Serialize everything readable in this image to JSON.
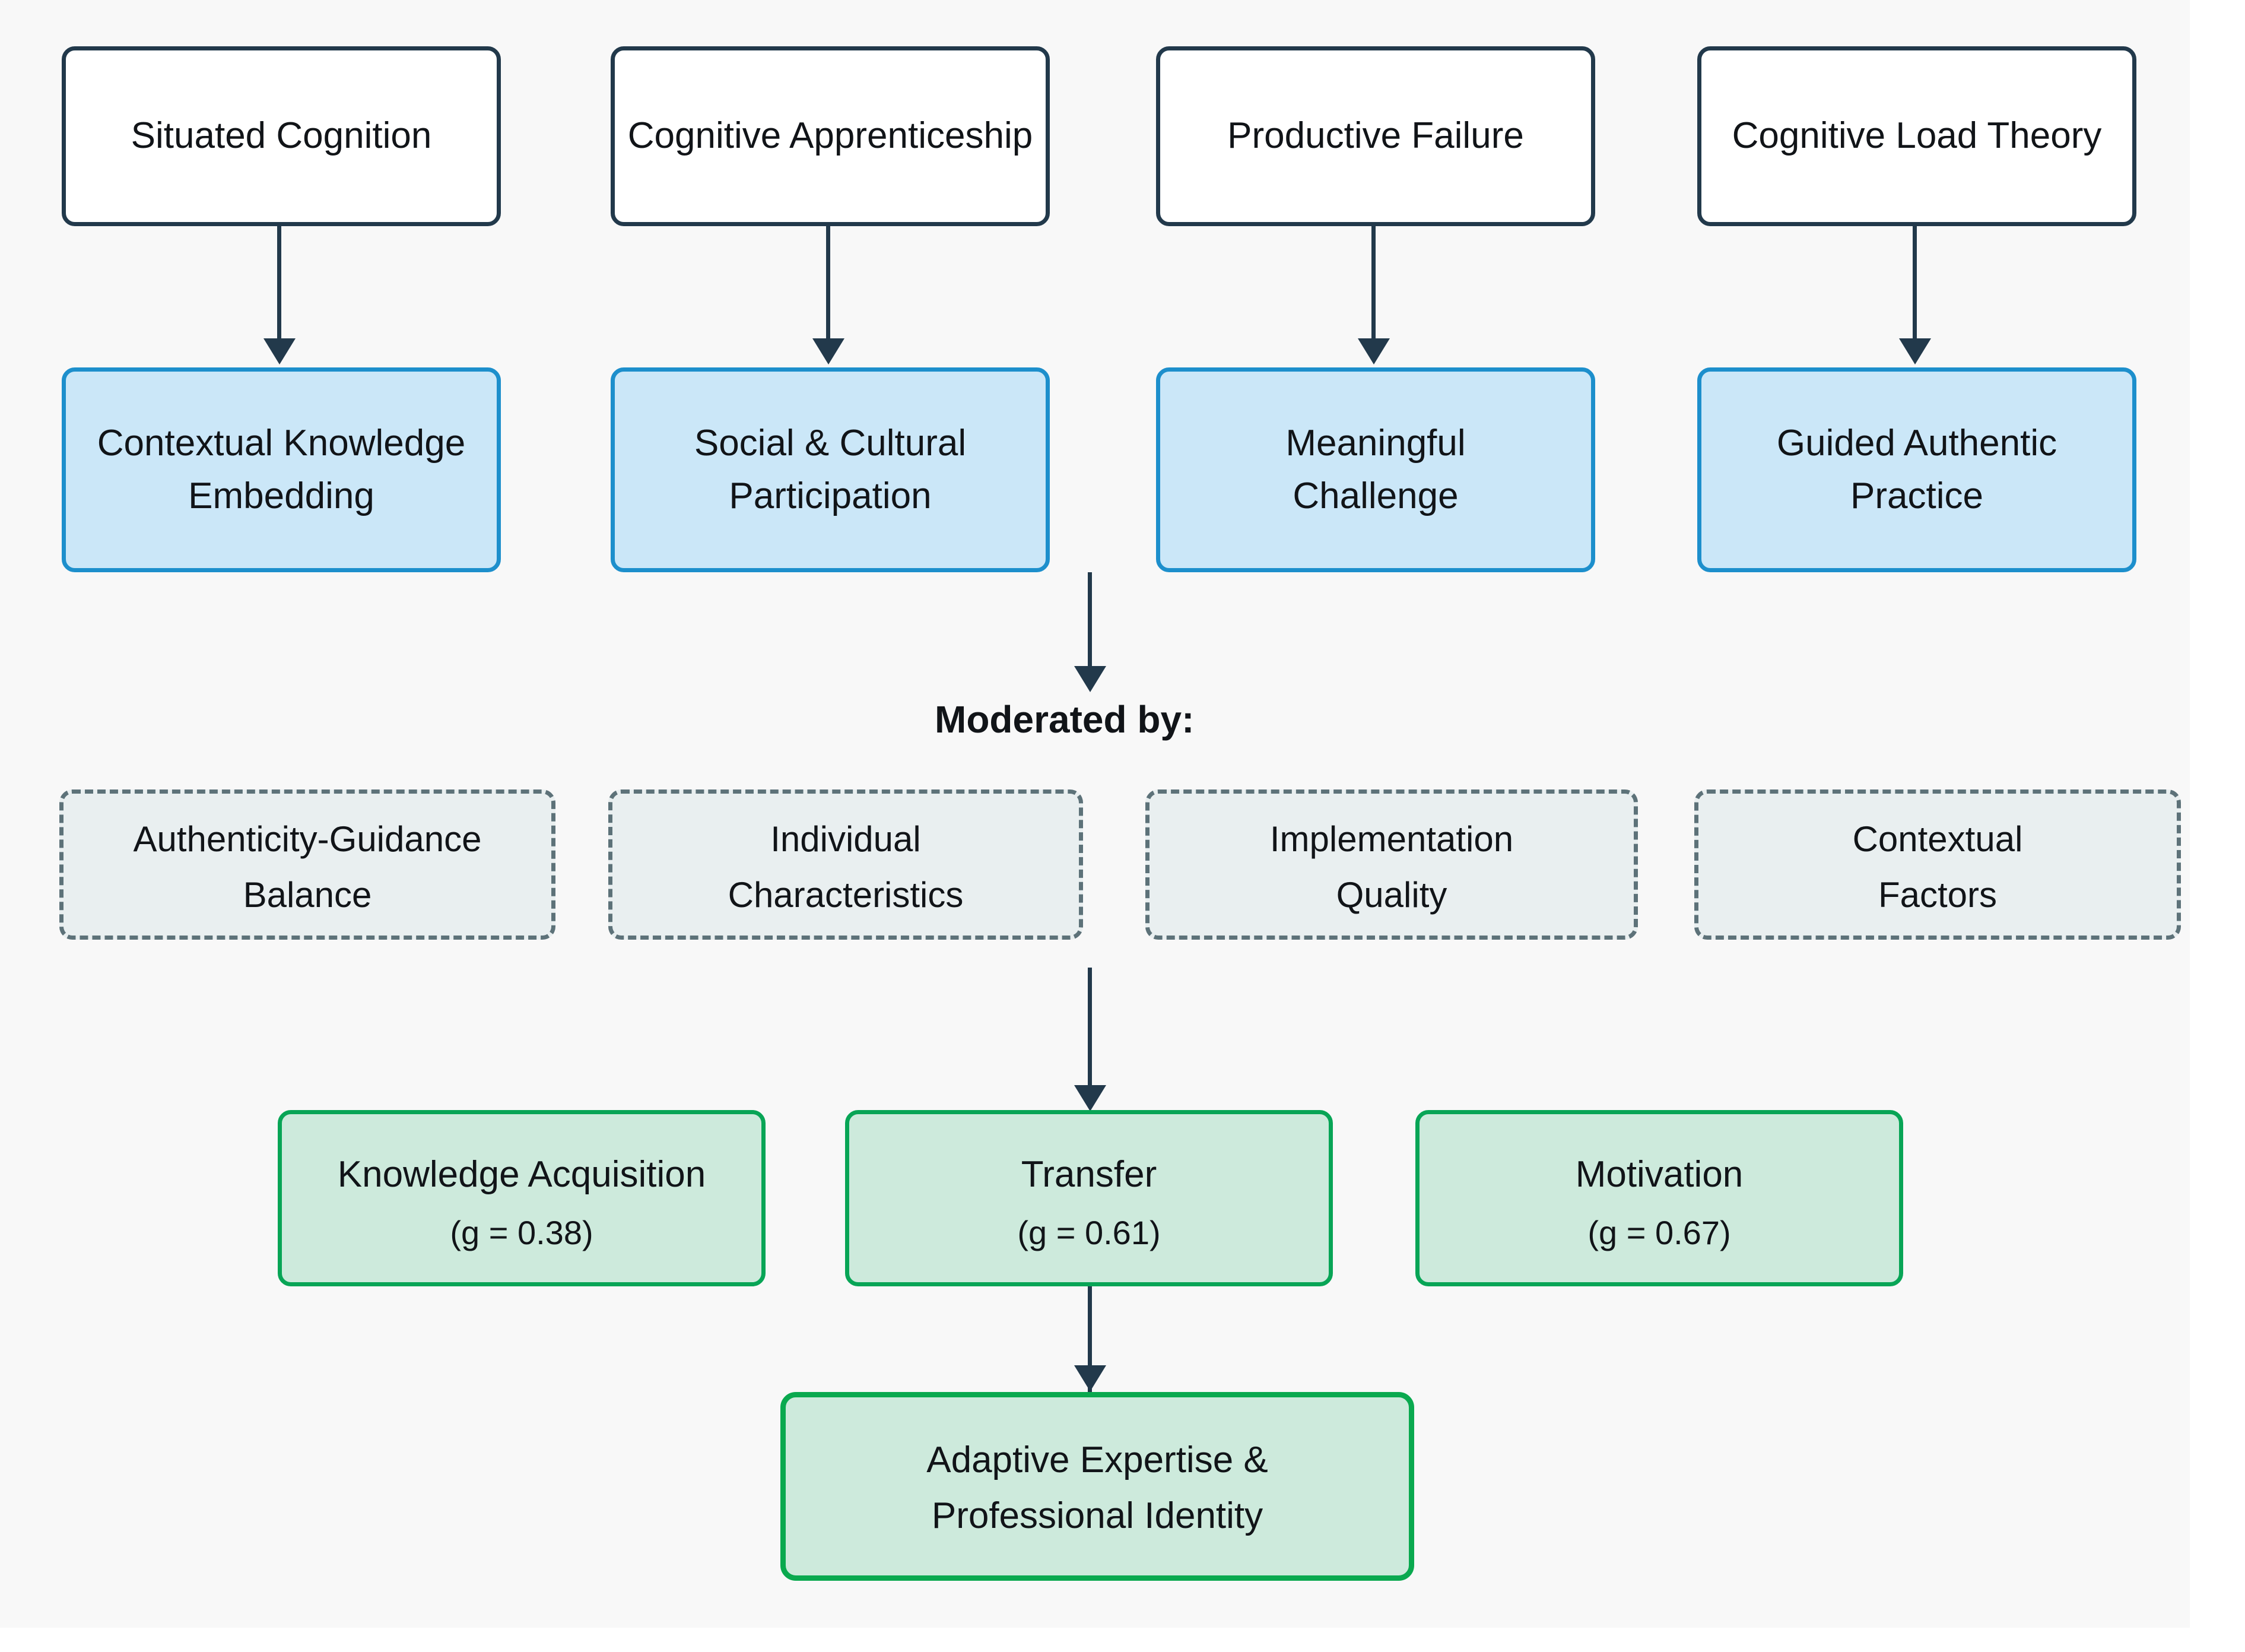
{
  "diagram": {
    "title_text": "",
    "section_label": "Moderated by:",
    "colors": {
      "canvas_bg": "#f8f8f8",
      "theory_border": "#22394b",
      "theory_fill": "#ffffff",
      "mechanism_border": "#1d8fcc",
      "mechanism_fill": "#cbe7f8",
      "moderator_border": "#5d7279",
      "moderator_fill": "#e9eff0",
      "outcome_border": "#08a556",
      "outcome_fill": "#cdeadc",
      "connector": "#22394b"
    },
    "theories": [
      {
        "label": "Situated Cognition"
      },
      {
        "label": "Cognitive Apprenticeship"
      },
      {
        "label": "Productive Failure"
      },
      {
        "label": "Cognitive Load Theory"
      }
    ],
    "mechanisms": [
      {
        "line1": "Contextual Knowledge",
        "line2": "Embedding"
      },
      {
        "line1": "Social & Cultural",
        "line2": "Participation"
      },
      {
        "line1": "Meaningful",
        "line2": "Challenge"
      },
      {
        "line1": "Guided Authentic",
        "line2": "Practice"
      }
    ],
    "moderators": [
      {
        "line1": "Authenticity-Guidance",
        "line2": "Balance"
      },
      {
        "line1": "Individual",
        "line2": "Characteristics"
      },
      {
        "line1": "Implementation",
        "line2": "Quality"
      },
      {
        "line1": "Contextual",
        "line2": "Factors"
      }
    ],
    "outcomes": [
      {
        "label": "Knowledge Acquisition",
        "effect": "(g = 0.38)"
      },
      {
        "label": "Transfer",
        "effect": "(g = 0.61)"
      },
      {
        "label": "Motivation",
        "effect": "(g = 0.67)"
      }
    ],
    "final_outcome": {
      "line1": "Adaptive Expertise &",
      "line2": "Professional Identity"
    }
  }
}
